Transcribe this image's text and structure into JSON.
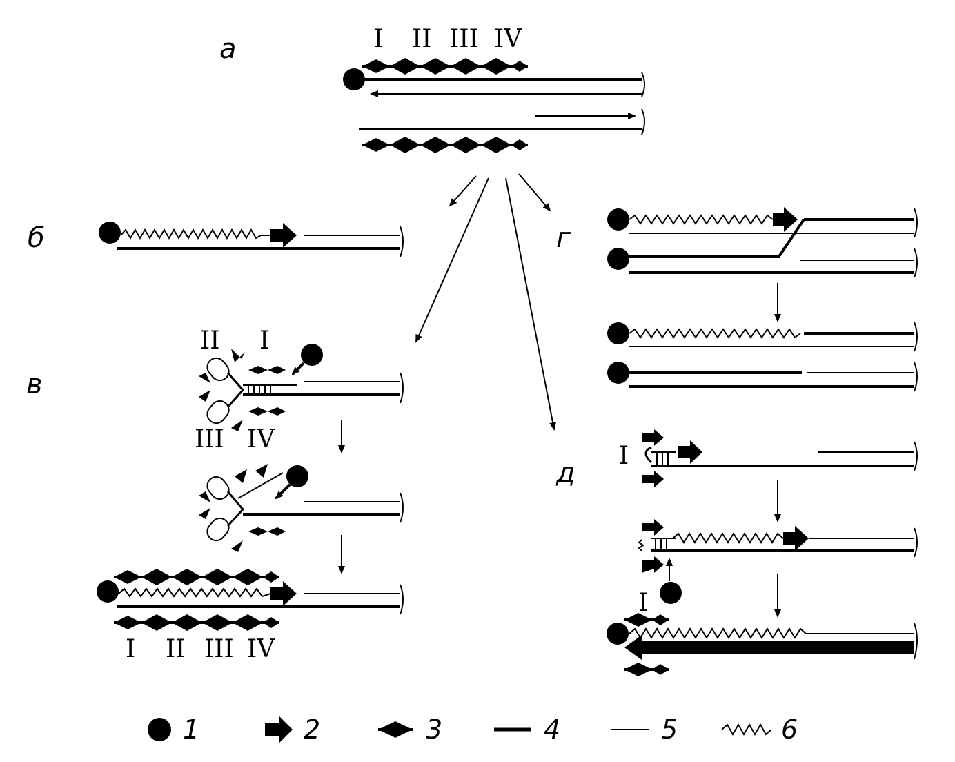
{
  "panels": {
    "a": "а",
    "b": "б",
    "v": "в",
    "g": "г",
    "d": "д"
  },
  "repeats": {
    "r1": "I",
    "r2": "II",
    "r3": "III",
    "r4": "IV"
  },
  "legend": [
    {
      "num": "1",
      "icon": "circle-icon"
    },
    {
      "num": "2",
      "icon": "block-arrow-icon"
    },
    {
      "num": "3",
      "icon": "double-arrowhead-icon"
    },
    {
      "num": "4",
      "icon": "thick-line-icon"
    },
    {
      "num": "5",
      "icon": "thin-line-icon"
    },
    {
      "num": "6",
      "icon": "zigzag-line-icon"
    }
  ],
  "colors": {
    "ink": "#000000",
    "background": "#ffffff"
  }
}
